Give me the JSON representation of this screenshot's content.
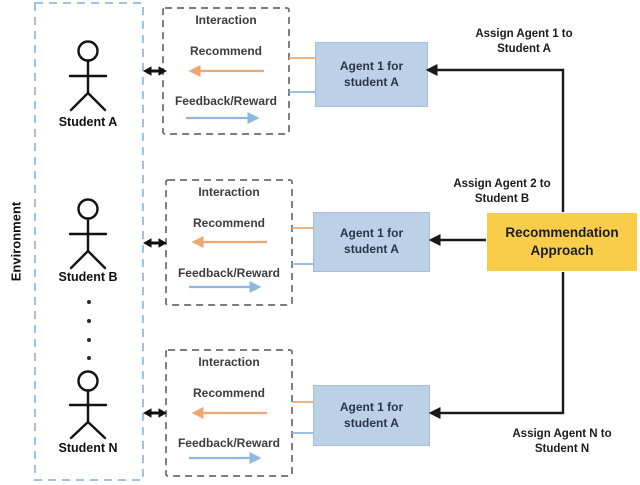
{
  "diagram": {
    "environment_label": "Environment",
    "students": [
      {
        "label": "Student A"
      },
      {
        "label": "Student B"
      },
      {
        "label": "Student N"
      }
    ],
    "interaction_panels": [
      {
        "title": "Interaction",
        "recommend": "Recommend",
        "feedback": "Feedback/Reward"
      },
      {
        "title": "Interaction",
        "recommend": "Recommend",
        "feedback": "Feedback/Reward"
      },
      {
        "title": "Interaction",
        "recommend": "Recommend",
        "feedback": "Feedback/Reward"
      }
    ],
    "agent_boxes": [
      {
        "line1": "Agent 1 for",
        "line2": "student A"
      },
      {
        "line1": "Agent 1 for",
        "line2": "student A"
      },
      {
        "line1": "Agent 1 for",
        "line2": "student A"
      }
    ],
    "recommendation_box": {
      "line1": "Recommendation",
      "line2": "Approach"
    },
    "assignment_labels": [
      {
        "line1": "Assign Agent 1 to",
        "line2": "Student A"
      },
      {
        "line1": "Assign Agent 2 to",
        "line2": "Student B"
      },
      {
        "line1": "Assign Agent N to",
        "line2": "Student N"
      }
    ],
    "colors": {
      "agent_box_fill": "#BCD0E8",
      "recommendation_fill": "#F8CD4A",
      "recommend_arrow": "#EDA771",
      "feedback_arrow": "#8FB8E0",
      "environment_border": "#9DC3E6",
      "interaction_border": "#6B6B6B",
      "assign_arrow": "#1A1A1A"
    }
  }
}
